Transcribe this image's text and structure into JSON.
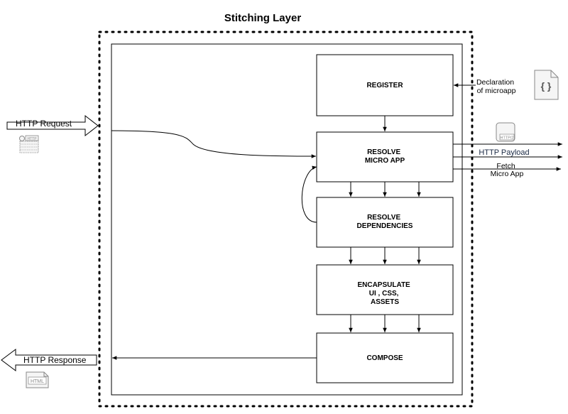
{
  "title": "Stitching Layer",
  "boxes": {
    "register": [
      "REGISTER"
    ],
    "resolve": [
      "RESOLVE",
      "MICRO APP"
    ],
    "dependencies": [
      "RESOLVE",
      "DEPENDENCIES"
    ],
    "encapsulate": [
      "ENCAPSULATE",
      "UI , CSS,",
      "ASSETS"
    ],
    "compose": [
      "COMPOSE"
    ]
  },
  "labels": {
    "http_request": "HTTP Request",
    "http_response": "HTTP Response",
    "declaration": [
      "Declaration",
      "of microapp"
    ],
    "http_payload": "HTTP Payload",
    "fetch": [
      "Fetch",
      "Micro App"
    ]
  },
  "icons": {
    "json_braces": "{ }",
    "http_badge": "HTTP",
    "http2_badge": "HTTP/2",
    "html_badge": "HTML"
  },
  "icon_names": [
    "json-file-icon",
    "http-request-icon",
    "http2-icon",
    "html-file-icon"
  ],
  "colors": {
    "stroke": "#000000",
    "icon_gray": "#888888",
    "icon_fill": "#f5f5f5",
    "payload_text": "#1b2a44"
  }
}
